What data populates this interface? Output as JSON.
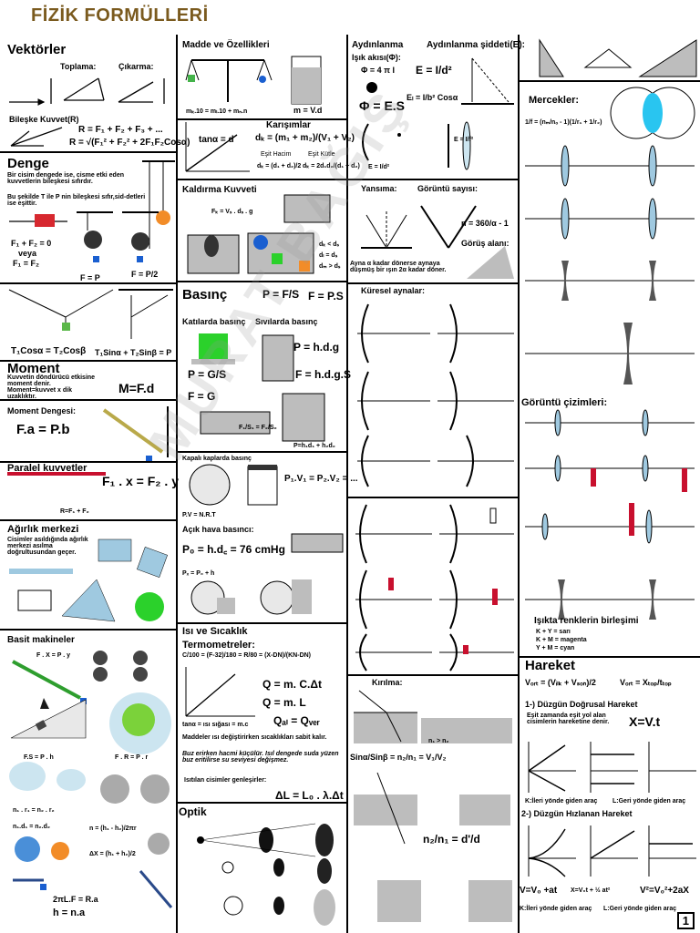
{
  "page": {
    "title": "FİZİK FORMÜLLERİ",
    "number": "1",
    "watermark": "MURAT BAĞIŞ"
  },
  "col1": {
    "vektorler": {
      "heading": "Vektörler",
      "toplama": "Toplama:",
      "cikarma": "Çıkarma:",
      "bileske": "Bileşke Kuvvet(R)",
      "f1": "R = F₁ + F₂ + F₃ + ...",
      "f2": "R = √(F₁² + F₂² + 2F₁F₂Cosα)"
    },
    "denge": {
      "heading": "Denge",
      "t1": "Bir cisim dengede ise, cisme etki eden kuvvetlerin bileşkesi sıfırdır.",
      "t2": "Bu şekilde T ile P nin bileşkesi sıfır,sid-detleri ise eşittir.",
      "f1": "F₁ + F₂ = 0",
      "veya": "veya",
      "f2": "F₁ = F₂",
      "fp": "F = P",
      "fp2": "F = P/2",
      "lam1": "T₁Cosα = T₂Cosβ",
      "lam2": "T₁Sinα + T₂Sinβ = P"
    },
    "moment": {
      "heading": "Moment",
      "t1": "Kuvvetin döndürücü etkisine moment denir.",
      "t2": "Moment=kuvvet x dik uzaklıktır.",
      "f1": "M=F.d",
      "denge": "Moment Dengesi:",
      "f2": "F.a = P.b"
    },
    "paralel": {
      "heading": "Paralel kuvvetler",
      "f1": "F₁ . x = F₂ . y",
      "f2": "R=F₁ + F₂"
    },
    "agirlik": {
      "heading": "Ağırlık merkezi",
      "t1": "Cisimler asıldığında ağırlık merkezi asılma doğrultusundan geçer."
    },
    "basit": {
      "heading": "Basit makineler",
      "f1": "F . X = P . y",
      "f2": "F.S = P . h",
      "f3": "n₁ . r₁ = n₂ . r₂",
      "f4": "n₁.d₁ = n₂.d₂",
      "f5": "2πL.F = R.a",
      "f6": "h = n.a",
      "f7": "n = (h₁ - h₂)/2πr",
      "f8": "ΔX = (h₁ + h₂)/2",
      "f9": "F . R = P . r"
    }
  },
  "col2": {
    "madde": {
      "heading": "Madde ve Özellikleri",
      "f1": "m = V.d",
      "f2": "mₖ.10 = mₗ.10 + mₙ.n"
    },
    "karisimlar": {
      "heading": "Karışımlar",
      "f1": "dₖ = (m₁ + m₂)/(V₁ + V₂)",
      "f2": "tanα = d",
      "esitHacim": "Eşit Hacim",
      "esitKutle": "Eşit Kütle",
      "f3": "dₖ = (d₁ + d₂)/2",
      "f4": "dₖ = 2d₁d₂/(d₁ + d₂)"
    },
    "kaldirma": {
      "heading": "Kaldırma Kuvveti",
      "f1": "Fₖ = Vₛ . dₛ . g",
      "f2": "dₖ < dₛ",
      "f3": "dₗ = dₛ",
      "f4": "dₘ > dₛ"
    },
    "basinc": {
      "heading": "Basınç",
      "f1": "P = F/S",
      "f2": "F = P.S",
      "katilar": "Katılarda basınç",
      "sivilar": "Sıvılarda basınç",
      "f3": "P = G/S",
      "f4": "F = G",
      "f5": "P = h.d.g",
      "f6": "F = h.d.g.S",
      "f7": "F₁/S₁ = F₂/S₂",
      "f8": "P=h₁d₁ + h₂d₂"
    },
    "gaz": {
      "kapali": "Kapalı kaplarda basınç",
      "f1": "P₁.V₁ = P₂.V₂ = ...",
      "f2": "P.V = N.R.T",
      "acik": "Açık hava basıncı:",
      "f3": "P₀ = h.d꜀ = 76 cmHg",
      "f4": "Pₓ = P₀ + h"
    },
    "isi": {
      "heading": "Isı ve Sıcaklık",
      "termo": "Termometreler:",
      "f1": "C/100 = (F-32)/180 = R/80 = (X-DN)/(KN-DN)",
      "f2": "Q = m. C.Δt",
      "f3": "Q = m. L",
      "f4": "Qₐₗ = Qᵥₑᵣ",
      "f5": "tanα = ısı sığası = m.c",
      "t1": "Maddeler ısı değiştirirken sıcaklıkları sabit kalır.",
      "t2": "Buz erirken hacmi küçülür. Isıl dengede suda yüzen buz eritilirse su seviyesi değişmez.",
      "t3": "Isıtılan cisimler genleşirler:",
      "f6": "ΔL = L₀ . λ.Δt"
    },
    "optik": {
      "heading": "Optik"
    }
  },
  "col3": {
    "aydinlanma": {
      "heading": "Aydınlanma",
      "siddet": "Aydınlanma şiddeti(E):",
      "isik": "Işık akısı(Φ):",
      "f1": "Φ = 4 π I",
      "f2": "E = I/d²",
      "f3": "Eₗ = I/b² Cosα",
      "f4": "Φ = E.S",
      "f5": "E = I/f²"
    },
    "yansima": {
      "heading": "Yansıma:",
      "goruntu": "Görüntü sayısı:",
      "f1": "n = 360/α - 1",
      "alan": "Görüş alanı:",
      "t1": "Ayna α kadar dönerse aynaya düşmüş bir ışın 2α kadar döner."
    },
    "kuresel": {
      "heading": "Küresel aynalar:"
    },
    "kirilma": {
      "heading": "Kırılma:",
      "f1": "Sinα/Sinβ = n₂/n₁ = V₁/V₂",
      "f2": "n₁ > n₂",
      "f3": "n₂/n₁ = d'/d"
    }
  },
  "col4": {
    "mercekler": {
      "heading": "Mercekler:",
      "f1": "1/f = (nₘ/nₒ - 1)(1/r₁ + 1/r₂)"
    },
    "goruntu": {
      "heading": "Görüntü çizimleri:"
    },
    "renk": {
      "heading": "Işıkta renklerin birleşimi",
      "r1": "K + Y = sarı",
      "r2": "K + M = magenta",
      "r3": "Y + M = cyan"
    },
    "hareket": {
      "heading": "Hareket",
      "f1": "Vₒᵣₜ = (Vᵢₗₖ + Vₛₒₙ)/2",
      "f2": "Vₒᵣₜ = Xₜₒₚ/tₜₒₚ",
      "duzgun": "1-) Düzgün Doğrusal Hareket",
      "t1": "Eşit zamanda eşit yol alan cisimlerin hareketine denir.",
      "f3": "X=V.t",
      "ileri": "K:İleri yönde giden araç",
      "geri": "L:Geri yönde giden araç",
      "hizlanan": "2-) Düzgün Hızlanan Hareket",
      "f4": "V=V₀ +at",
      "f5": "X=V₀t + ½ at²",
      "f6": "V²=V₀²+2aX"
    }
  }
}
